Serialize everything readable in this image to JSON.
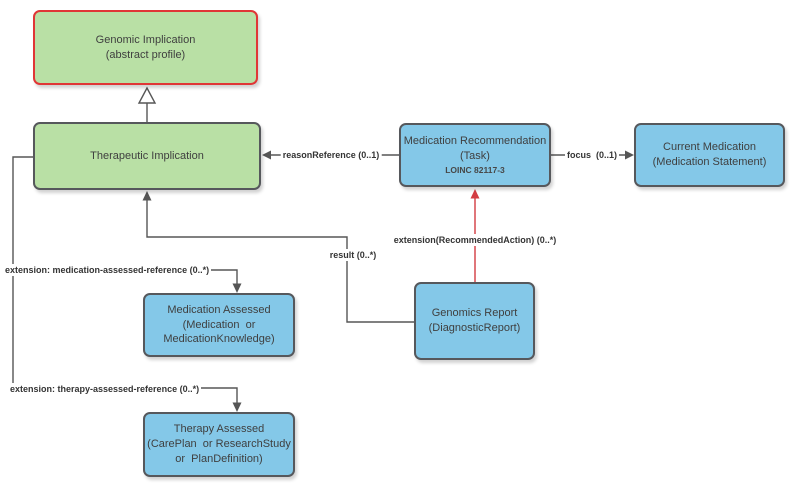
{
  "diagram": {
    "nodes": {
      "genomic_implication": {
        "line1": "Genomic Implication",
        "line2": "(abstract profile)"
      },
      "therapeutic_implication": {
        "line1": "Therapeutic Implication"
      },
      "medication_recommendation": {
        "line1": "Medication Recommendation",
        "line2": "(Task)",
        "line3": "LOINC 82117-3"
      },
      "current_medication": {
        "line1": "Current Medication",
        "line2": "(Medication Statement)"
      },
      "medication_assessed": {
        "line1": "Medication Assessed",
        "line2": "(Medication  or",
        "line3": "MedicationKnowledge)"
      },
      "therapy_assessed": {
        "line1": "Therapy Assessed",
        "line2": "(CarePlan  or ResearchStudy",
        "line3": "or  PlanDefinition)"
      },
      "genomics_report": {
        "line1": "Genomics Report",
        "line2": "(DiagnosticReport)"
      }
    },
    "edges": {
      "reason_reference": "reasonReference (0..1)",
      "focus": "focus  (0..1)",
      "recommended_action": "extension(RecommendedAction) (0..*)",
      "result": "result (0..*)",
      "medication_assessed_ref": "extension: medication-assessed-reference (0..*)",
      "therapy_assessed_ref": "extension: therapy-assessed-reference (0..*)"
    },
    "colors": {
      "green_fill": "#b9e0a5",
      "blue_fill": "#84c8e8",
      "abstract_border_red": "#e03636",
      "edge_gray": "#565656",
      "edge_red": "#d33c42",
      "text": "#3f3f3f"
    }
  }
}
